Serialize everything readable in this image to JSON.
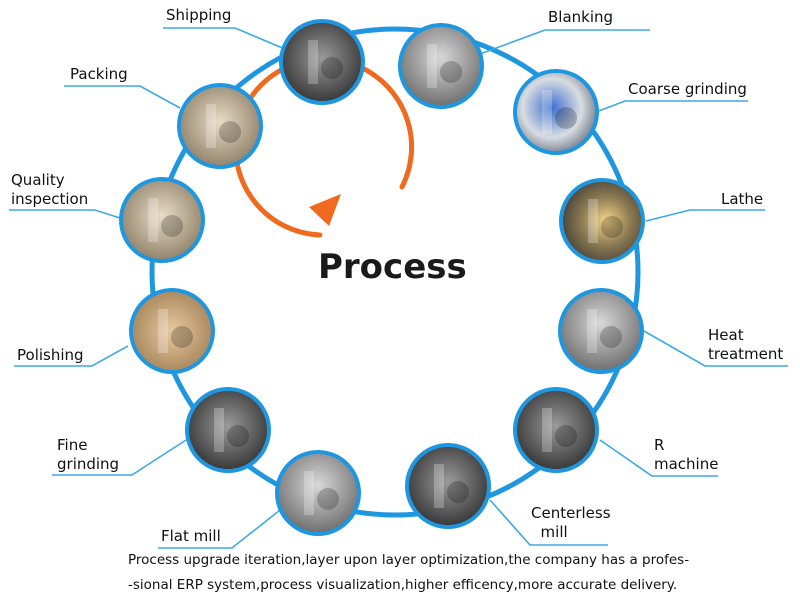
{
  "center_title": "Process",
  "steps": [
    {
      "label": "Shipping",
      "icon": "shipping-photo-icon"
    },
    {
      "label": "Blanking",
      "icon": "blanking-photo-icon"
    },
    {
      "label": "Coarse grinding",
      "icon": "coarse-grinding-photo-icon"
    },
    {
      "label": "Lathe",
      "icon": "lathe-photo-icon"
    },
    {
      "label": "Heat\ntreatment",
      "icon": "heat-treatment-photo-icon"
    },
    {
      "label": "R\nmachine",
      "icon": "r-machine-photo-icon"
    },
    {
      "label": "Centerless\n  mill",
      "icon": "centerless-mill-photo-icon"
    },
    {
      "label": "Flat mill",
      "icon": "flat-mill-photo-icon"
    },
    {
      "label": "Fine\ngrinding",
      "icon": "fine-grinding-photo-icon"
    },
    {
      "label": "Polishing",
      "icon": "polishing-photo-icon"
    },
    {
      "label": "Quality\ninspection",
      "icon": "quality-inspection-photo-icon"
    },
    {
      "label": "Packing",
      "icon": "packing-photo-icon"
    }
  ],
  "caption": {
    "line1": "Process upgrade iteration,layer upon layer optimization,the company has a profes-",
    "line2": "-sional  ERP system,process visualization,higher efficency,more accurate delivery."
  },
  "colors": {
    "ring": "#1e96e0",
    "leader": "#3aa8e8",
    "arrow": "#ef6a1f",
    "photo_border": "#1e96e0"
  }
}
